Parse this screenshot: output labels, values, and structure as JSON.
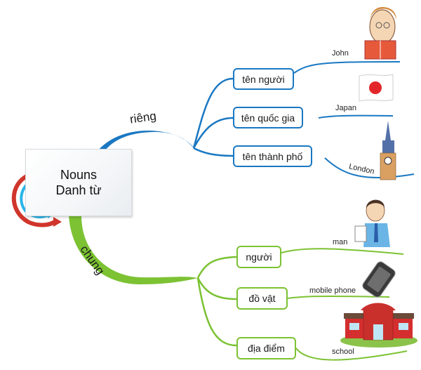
{
  "central": {
    "line1": "Nouns",
    "line2": "Danh từ"
  },
  "colors": {
    "proper": "#1a78c2",
    "common": "#7cc233",
    "arrow_red": "#d0352b",
    "arrow_cyan": "#29b5ea"
  },
  "branches": {
    "proper": {
      "label": "riêng",
      "children": [
        {
          "label": "tên người",
          "example": "John",
          "picture": "man-reading-book"
        },
        {
          "label": "tên quốc gia",
          "example": "Japan",
          "picture": "japan-flag"
        },
        {
          "label": "tên thành phố",
          "example": "London",
          "picture": "big-ben"
        }
      ]
    },
    "common": {
      "label": "chung",
      "children": [
        {
          "label": "người",
          "example": "man",
          "picture": "businessman"
        },
        {
          "label": "đồ vật",
          "example": "mobile phone",
          "picture": "mobile-phone"
        },
        {
          "label": "địa điểm",
          "example": "school",
          "picture": "school-building"
        }
      ]
    }
  }
}
